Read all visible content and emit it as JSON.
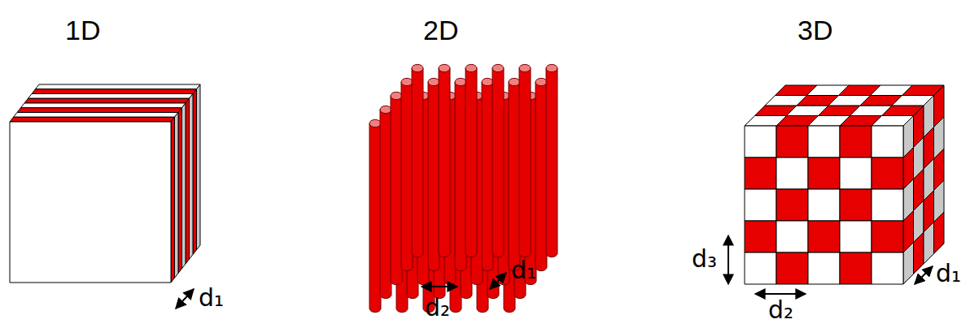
{
  "diagram": {
    "labels": [
      "1D",
      "2D",
      "3D",
      "d₁",
      "d₂",
      "d₁",
      "d₃",
      "d₂",
      "d₁"
    ]
  }
}
